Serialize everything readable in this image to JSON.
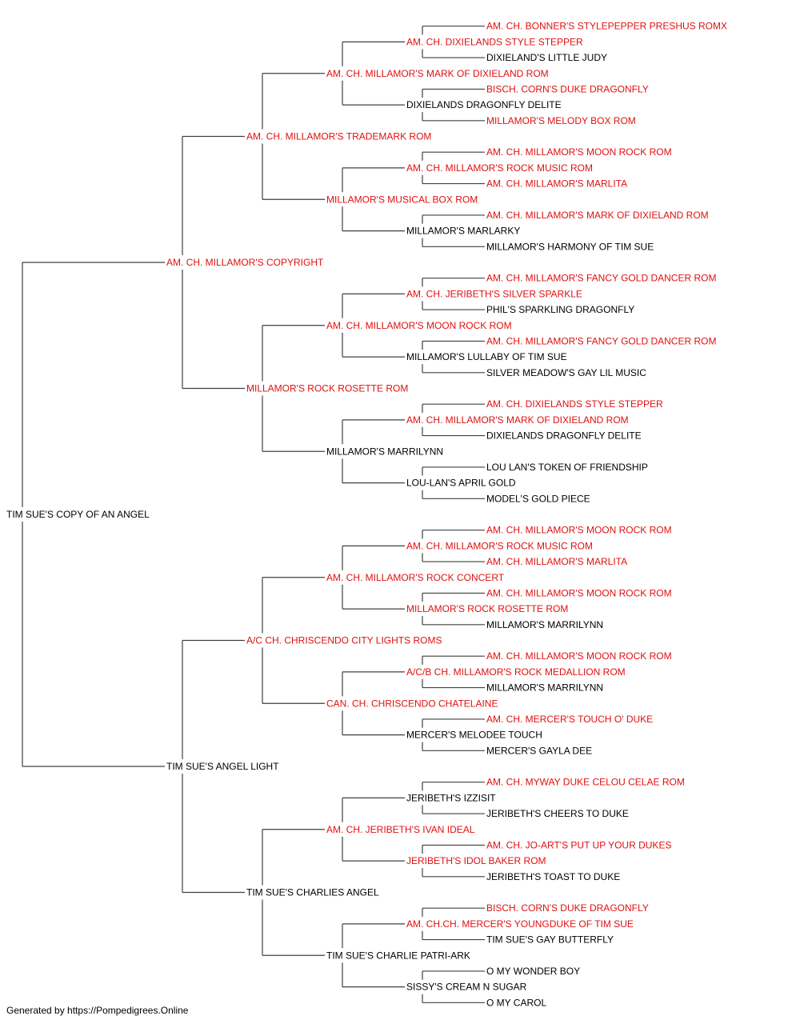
{
  "colors": {
    "champion": "#e01010",
    "regular": "#000000",
    "line": "#404040"
  },
  "root": {
    "name": "TIM SUE'S COPY OF AN ANGEL",
    "champion": false,
    "sire": {
      "name": "AM. CH. MILLAMOR'S COPYRIGHT",
      "champion": true,
      "sire": {
        "name": "AM. CH. MILLAMOR'S TRADEMARK ROM",
        "champion": true,
        "sire": {
          "name": "AM. CH. MILLAMOR'S MARK OF DIXIELAND ROM",
          "champion": true,
          "sire": {
            "name": "AM. CH. DIXIELANDS STYLE STEPPER",
            "champion": true,
            "sire": {
              "name": "AM. CH. BONNER'S STYLEPEPPER PRESHUS ROMX",
              "champion": true
            },
            "dam": {
              "name": "DIXIELAND'S LITTLE JUDY",
              "champion": false
            }
          },
          "dam": {
            "name": "DIXIELANDS DRAGONFLY DELITE",
            "champion": false,
            "sire": {
              "name": "BISCH. CORN'S DUKE DRAGONFLY",
              "champion": true
            },
            "dam": {
              "name": "MILLAMOR'S MELODY BOX ROM",
              "champion": true
            }
          }
        },
        "dam": {
          "name": "MILLAMOR'S MUSICAL BOX ROM",
          "champion": true,
          "sire": {
            "name": "AM. CH. MILLAMOR'S ROCK MUSIC ROM",
            "champion": true,
            "sire": {
              "name": "AM. CH. MILLAMOR'S MOON ROCK ROM",
              "champion": true
            },
            "dam": {
              "name": "AM. CH. MILLAMOR'S MARLITA",
              "champion": true
            }
          },
          "dam": {
            "name": "MILLAMOR'S MARLARKY",
            "champion": false,
            "sire": {
              "name": "AM. CH. MILLAMOR'S MARK OF DIXIELAND ROM",
              "champion": true
            },
            "dam": {
              "name": "MILLAMOR'S HARMONY OF TIM SUE",
              "champion": false
            }
          }
        }
      },
      "dam": {
        "name": "MILLAMOR'S ROCK ROSETTE ROM",
        "champion": true,
        "sire": {
          "name": "AM. CH. MILLAMOR'S MOON ROCK ROM",
          "champion": true,
          "sire": {
            "name": "AM. CH. JERIBETH'S SILVER SPARKLE",
            "champion": true,
            "sire": {
              "name": "AM. CH. MILLAMOR'S FANCY GOLD DANCER ROM",
              "champion": true
            },
            "dam": {
              "name": "PHIL'S SPARKLING DRAGONFLY",
              "champion": false
            }
          },
          "dam": {
            "name": "MILLAMOR'S LULLABY OF TIM SUE",
            "champion": false,
            "sire": {
              "name": "AM. CH. MILLAMOR'S FANCY GOLD DANCER ROM",
              "champion": true
            },
            "dam": {
              "name": "SILVER MEADOW'S GAY LIL MUSIC",
              "champion": false
            }
          }
        },
        "dam": {
          "name": "MILLAMOR'S MARRILYNN",
          "champion": false,
          "sire": {
            "name": "AM. CH. MILLAMOR'S MARK OF DIXIELAND ROM",
            "champion": true,
            "sire": {
              "name": "AM. CH. DIXIELANDS STYLE STEPPER",
              "champion": true
            },
            "dam": {
              "name": "DIXIELANDS DRAGONFLY DELITE",
              "champion": false
            }
          },
          "dam": {
            "name": "LOU-LAN'S APRIL GOLD",
            "champion": false,
            "sire": {
              "name": "LOU LAN'S TOKEN OF FRIENDSHIP",
              "champion": false
            },
            "dam": {
              "name": "MODEL'S GOLD PIECE",
              "champion": false
            }
          }
        }
      }
    },
    "dam": {
      "name": "TIM SUE'S ANGEL LIGHT",
      "champion": false,
      "sire": {
        "name": "A/C CH. CHRISCENDO CITY LIGHTS ROMS",
        "champion": true,
        "sire": {
          "name": "AM. CH. MILLAMOR'S ROCK CONCERT",
          "champion": true,
          "sire": {
            "name": "AM. CH. MILLAMOR'S ROCK MUSIC ROM",
            "champion": true,
            "sire": {
              "name": "AM. CH. MILLAMOR'S MOON ROCK ROM",
              "champion": true
            },
            "dam": {
              "name": "AM. CH. MILLAMOR'S MARLITA",
              "champion": true
            }
          },
          "dam": {
            "name": "MILLAMOR'S ROCK ROSETTE ROM",
            "champion": true,
            "sire": {
              "name": "AM. CH. MILLAMOR'S MOON ROCK ROM",
              "champion": true
            },
            "dam": {
              "name": "MILLAMOR'S MARRILYNN",
              "champion": false
            }
          }
        },
        "dam": {
          "name": "CAN. CH. CHRISCENDO CHATELAINE",
          "champion": true,
          "sire": {
            "name": "A/C/B CH. MILLAMOR'S ROCK MEDALLION ROM",
            "champion": true,
            "sire": {
              "name": "AM. CH. MILLAMOR'S MOON ROCK ROM",
              "champion": true
            },
            "dam": {
              "name": "MILLAMOR'S MARRILYNN",
              "champion": false
            }
          },
          "dam": {
            "name": "MERCER'S MELODEE TOUCH",
            "champion": false,
            "sire": {
              "name": "AM. CH. MERCER'S TOUCH O' DUKE",
              "champion": true
            },
            "dam": {
              "name": "MERCER'S GAYLA DEE",
              "champion": false
            }
          }
        }
      },
      "dam": {
        "name": "TIM SUE'S CHARLIES ANGEL",
        "champion": false,
        "sire": {
          "name": "AM. CH. JERIBETH'S IVAN IDEAL",
          "champion": true,
          "sire": {
            "name": "JERIBETH'S IZZISIT",
            "champion": false,
            "sire": {
              "name": "AM. CH. MYWAY DUKE CELOU CELAE ROM",
              "champion": true
            },
            "dam": {
              "name": "JERIBETH'S CHEERS TO DUKE",
              "champion": false
            }
          },
          "dam": {
            "name": "JERIBETH'S IDOL BAKER ROM",
            "champion": true,
            "sire": {
              "name": "AM. CH. JO-ART'S PUT UP YOUR DUKES",
              "champion": true
            },
            "dam": {
              "name": "JERIBETH'S TOAST TO DUKE",
              "champion": false
            }
          }
        },
        "dam": {
          "name": "TIM SUE'S CHARLIE PATRI-ARK",
          "champion": false,
          "sire": {
            "name": "AM. CH.CH. MERCER'S YOUNGDUKE OF TIM SUE",
            "champion": true,
            "sire": {
              "name": "BISCH. CORN'S DUKE DRAGONFLY",
              "champion": true
            },
            "dam": {
              "name": "TIM SUE'S GAY BUTTERFLY",
              "champion": false
            }
          },
          "dam": {
            "name": "SISSY'S CREAM N SUGAR",
            "champion": false,
            "sire": {
              "name": "O MY WONDER BOY",
              "champion": false
            },
            "dam": {
              "name": "O MY CAROL",
              "champion": false
            }
          }
        }
      }
    }
  },
  "footer": "Generated by https://Pompedigrees.Online"
}
